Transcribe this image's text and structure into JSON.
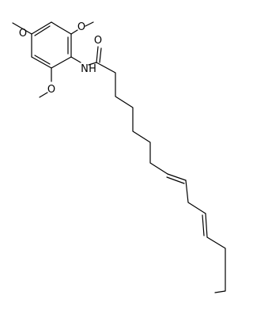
{
  "molecule": {
    "atom_labels": {
      "methoxy_top_left": "O",
      "methoxy_top_right": "O",
      "methoxy_bottom": "O",
      "amide_nitrogen": "N",
      "amide_hydrogen": "H",
      "carbonyl_oxygen": "O"
    },
    "bond_color": "#000000",
    "background": "#ffffff"
  }
}
